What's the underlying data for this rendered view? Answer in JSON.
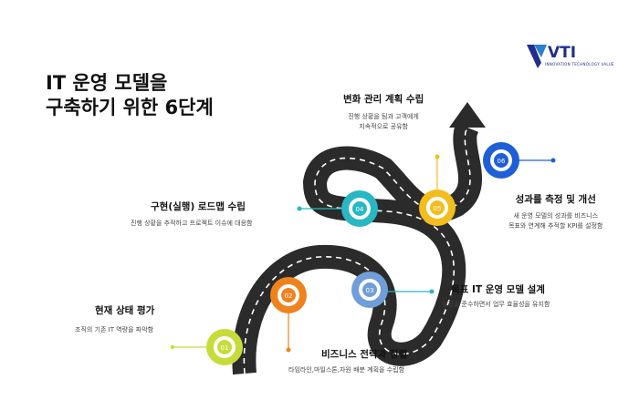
{
  "title": {
    "line1": "IT 운영 모델을",
    "line2": "구축하기 위한 6단계"
  },
  "logo": {
    "name": "VTI",
    "tagline": "INNOVATION TECHNOLOGY VALUE",
    "color": "#1f2f8f"
  },
  "colors": {
    "road": "#2b2b2b",
    "step1": "#c7dc3a",
    "step2": "#f0821e",
    "step3": "#6f9ed8",
    "step4": "#28b7c3",
    "step5": "#f3bd1d",
    "step6": "#1e5fd8"
  },
  "steps": [
    {
      "num": "01",
      "title": "현재 상태 평가",
      "desc": "조직의 기존 IT 역량을 파악함"
    },
    {
      "num": "02",
      "title": "비즈니스 전략과 정렬",
      "desc": "타임라인,마일스톤,자원 배분 계획을 수립함"
    },
    {
      "num": "03",
      "title": "목표 IT 운영 모델 설계",
      "desc": "일정을 준수하면서 업무 효율성을 유지함"
    },
    {
      "num": "04",
      "title": "구현(실행) 로드맵 수립",
      "desc": "진행 상황을 추적하고 프로젝트 이슈에 대응함"
    },
    {
      "num": "05",
      "title": "변화 관리 계획 수립",
      "desc_line1": "진행 상황을 팀과 고객에게",
      "desc_line2": "지속적으로 공유함"
    },
    {
      "num": "06",
      "title": "성과를 측정 및 개선",
      "desc_line1": "새 운영 모델의 성과를 비즈니스",
      "desc_line2": "목표와 연계해 추적할 KPI를 설정함"
    }
  ]
}
